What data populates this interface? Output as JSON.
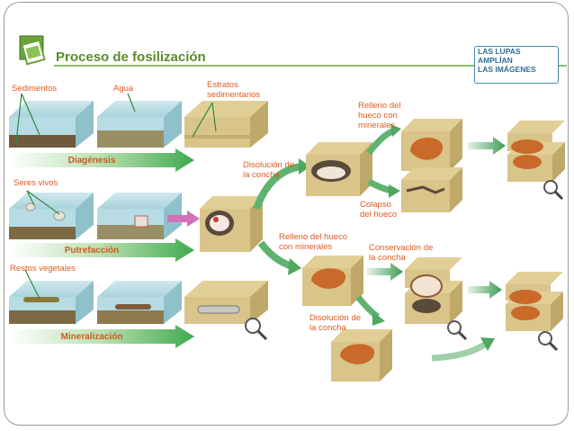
{
  "slide": {
    "title": "Proceso de fosilización",
    "magnifier_note": [
      "LAS LUPAS",
      "AMPLÍAN",
      "LAS IMÁGENES"
    ]
  },
  "labels": {
    "sedimentos": "Sedimentos",
    "agua": "Agua",
    "estratos": [
      "Estratos",
      "sedimentarios"
    ],
    "seres_vivos": "Seres vivos",
    "restos_vegetales": "Restos vegetales",
    "disolucion_1": [
      "Disolución de",
      "la concha"
    ],
    "relleno_1": [
      "Relleno del",
      "hueco con",
      "minerales"
    ],
    "colapso": [
      "Colapso",
      "del hueco"
    ],
    "relleno_2": [
      "Relleno del hueco",
      "con minerales"
    ],
    "conservacion": [
      "Conservación de",
      "la concha"
    ],
    "disolucion_2": [
      "Disolución de",
      "la concha"
    ]
  },
  "stages": {
    "diagenesis": "Diagénesis",
    "putrefaccion": "Putrefacción",
    "mineralizacion": "Mineralización"
  },
  "colors": {
    "accent_green": "#5b8c2a",
    "label_orange": "#e05a1f",
    "sand": "#d9c489",
    "shell": "#c9692a"
  }
}
